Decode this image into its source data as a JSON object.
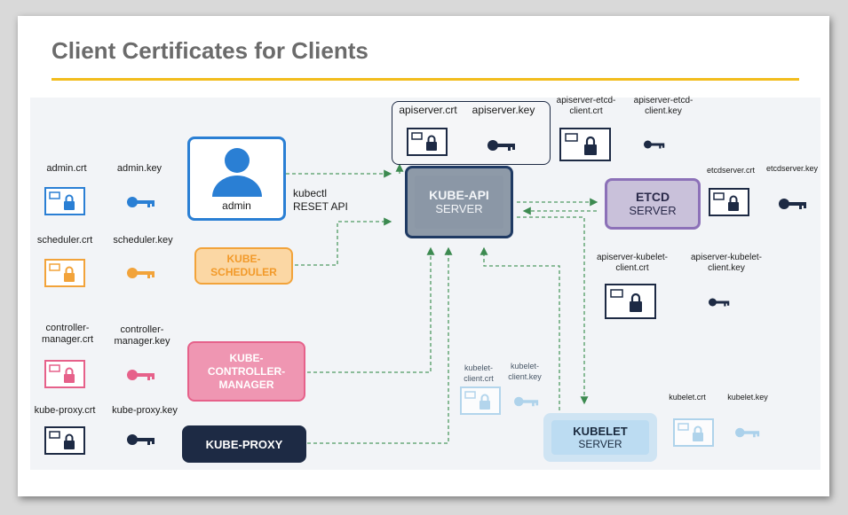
{
  "title": "Client Certificates for Clients",
  "colors": {
    "accent_rule": "#f2bd1d",
    "admin_blue": "#2a7fd4",
    "scheduler_orange": "#f2a33a",
    "controller_pink": "#e6618a",
    "proxy_navy": "#1d2a44",
    "etcd_purple": "#8c71b8",
    "kubelet_light": "#9fcbe9",
    "api_navy": "#1f3a63",
    "arrow_green": "#3c8a50"
  },
  "clients": {
    "admin": {
      "cert": "admin.crt",
      "key": "admin.key",
      "box_label": "admin",
      "connector_label_1": "kubectl",
      "connector_label_2": "RESET API"
    },
    "scheduler": {
      "cert": "scheduler.crt",
      "key": "scheduler.key",
      "box_line1": "KUBE-",
      "box_line2": "SCHEDULER"
    },
    "controller": {
      "cert_line1": "controller-",
      "cert_line2": "manager.crt",
      "key_line1": "controller-",
      "key_line2": "manager.key",
      "box_line1": "KUBE-",
      "box_line2": "CONTROLLER-",
      "box_line3": "MANAGER"
    },
    "proxy": {
      "cert": "kube-proxy.crt",
      "key": "kube-proxy.key",
      "box_label": "KUBE-PROXY"
    }
  },
  "apiserver": {
    "cert": "apiserver.crt",
    "key": "apiserver.key",
    "box_line1": "KUBE-API",
    "box_line2": "SERVER",
    "etcd_client_cert_line1": "apiserver-etcd-",
    "etcd_client_cert_line2": "client.crt",
    "etcd_client_key_line1": "apiserver-etcd-",
    "etcd_client_key_line2": "client.key",
    "kubelet_client_cert_line1": "apiserver-kubelet-",
    "kubelet_client_cert_line2": "client.crt",
    "kubelet_client_key_line1": "apiserver-kubelet-",
    "kubelet_client_key_line2": "client.key"
  },
  "etcd": {
    "box_line1": "ETCD",
    "box_line2": "SERVER",
    "cert": "etcdserver.crt",
    "key": "etcdserver.key"
  },
  "kubelet": {
    "box_line1": "KUBELET",
    "box_line2": "SERVER",
    "cert": "kubelet.crt",
    "key": "kubelet.key",
    "client_cert_line1": "kubelet-",
    "client_cert_line2": "client.crt",
    "client_key_line1": "kubelet-",
    "client_key_line2": "client.key"
  },
  "icons": [
    "certificate-icon",
    "key-icon",
    "user-icon"
  ]
}
